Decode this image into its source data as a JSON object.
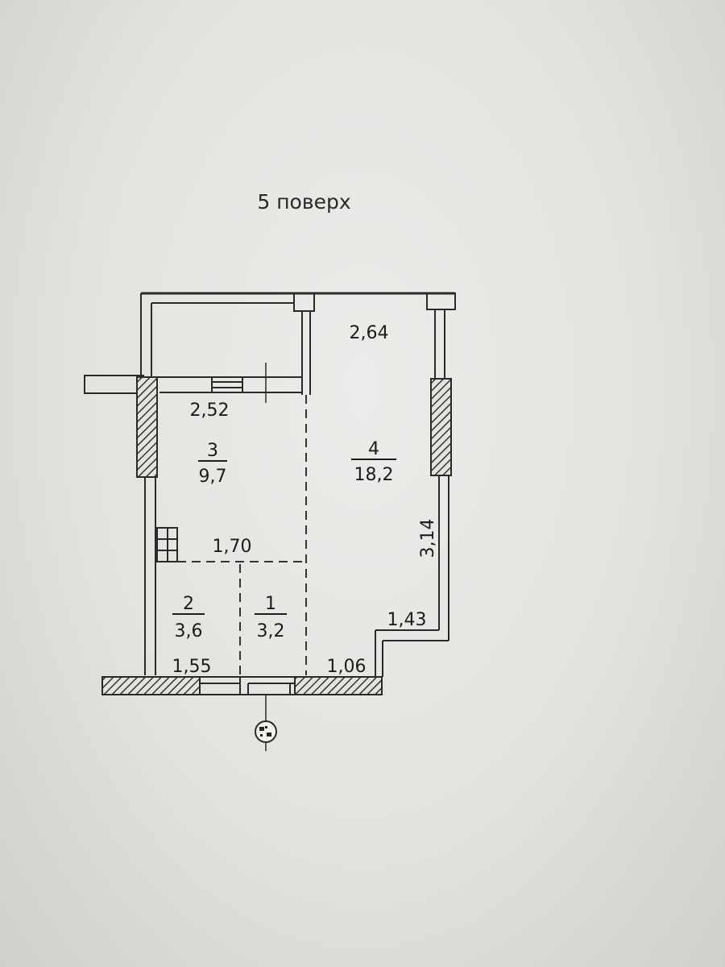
{
  "floor_title": "5 поверх",
  "rooms": [
    {
      "number": "1",
      "area": "3,2"
    },
    {
      "number": "2",
      "area": "3,6"
    },
    {
      "number": "3",
      "area": "9,7"
    },
    {
      "number": "4",
      "area": "18,2"
    }
  ],
  "dimensions": {
    "balcony_right": "2,64",
    "balcony_left": "2,52",
    "kitchen_width": "1,70",
    "side_wall": "3,14",
    "step_width": "1,43",
    "bathroom_width": "1,55",
    "entry_width": "1,06"
  },
  "colors": {
    "line": "#2a2a2a",
    "hatch": "#333333",
    "paper": "#e6e7e3"
  },
  "entrance_icon": "entrance-marker-icon"
}
